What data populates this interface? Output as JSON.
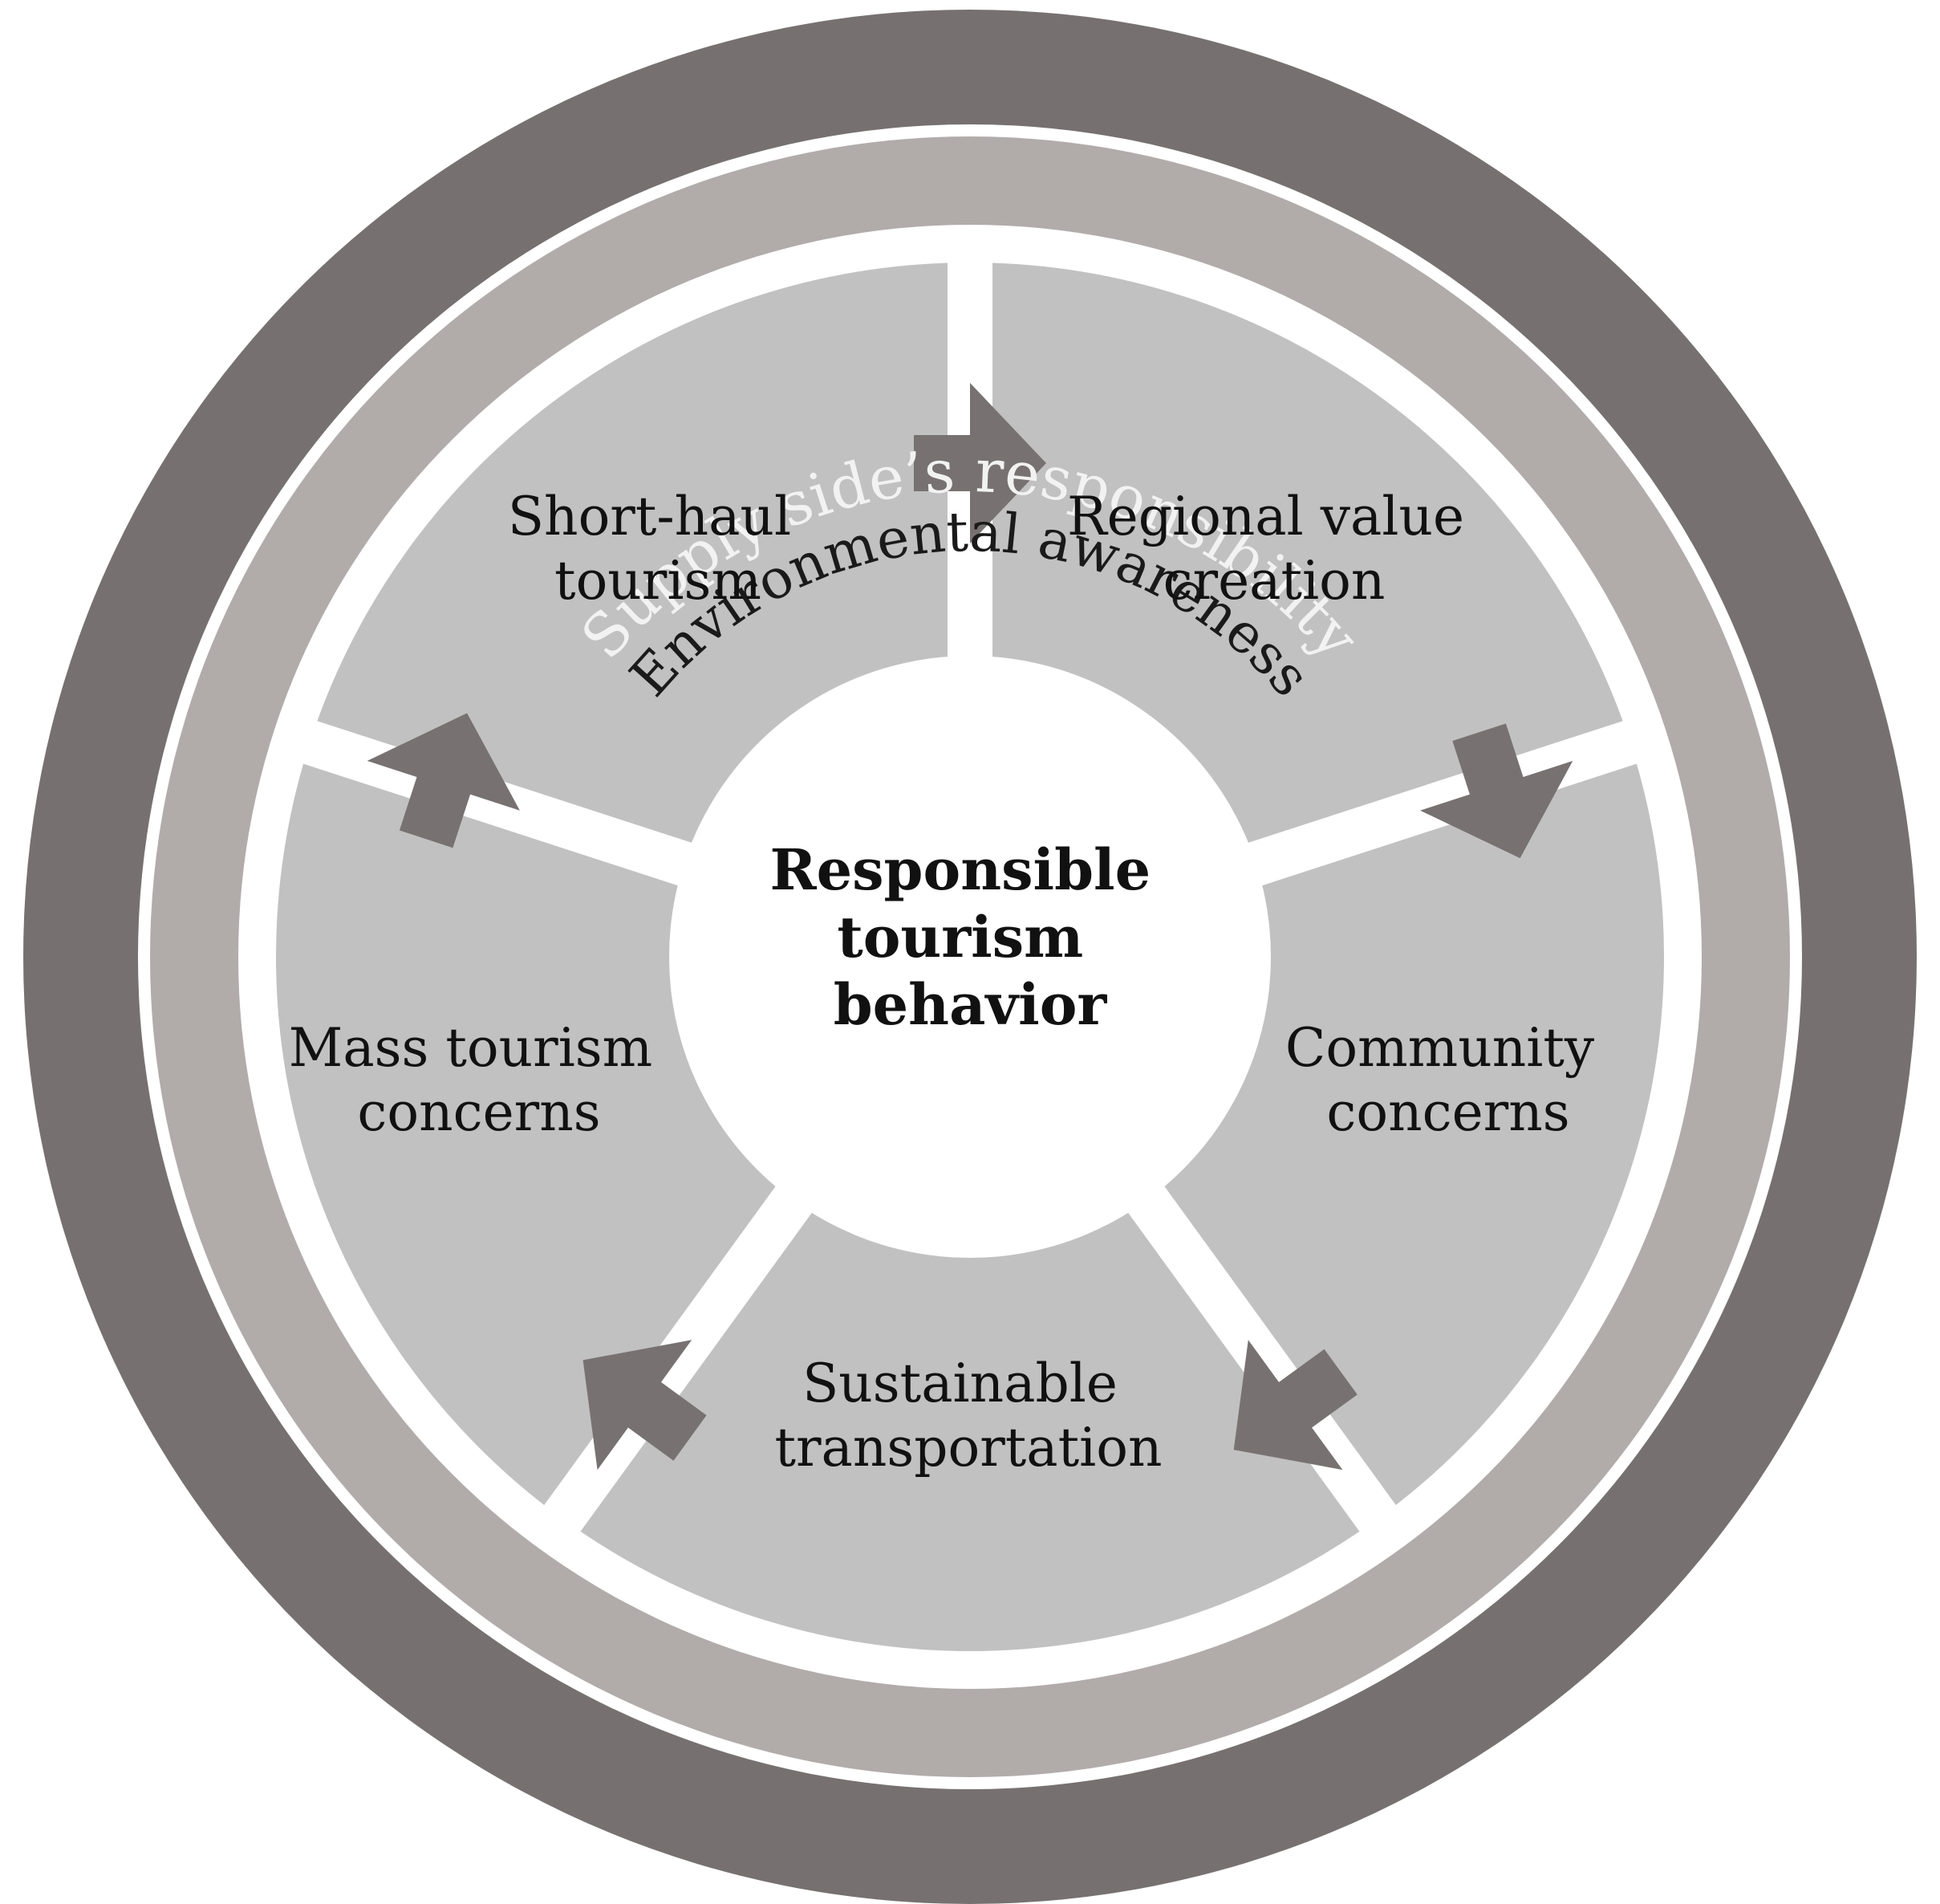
{
  "outer_ring": {
    "text": "Supply side’s responsibility"
  },
  "middle_ring": {
    "text": "Environmental awareness"
  },
  "center": {
    "lines": [
      "Responsible",
      "tourism",
      "behavior"
    ]
  },
  "segments": [
    {
      "id": "short-haul-tourism",
      "lines": [
        "Short-haul",
        "tourism"
      ]
    },
    {
      "id": "regional-value-creation",
      "lines": [
        "Regional value",
        "creation"
      ]
    },
    {
      "id": "community-concerns",
      "lines": [
        "Community",
        "concerns"
      ]
    },
    {
      "id": "sustainable-transportation",
      "lines": [
        "Sustainable",
        "transportation"
      ]
    },
    {
      "id": "mass-tourism-concerns",
      "lines": [
        "Mass tourism",
        "concerns"
      ]
    }
  ],
  "colors": {
    "outer_ring": "#767170",
    "middle_ring": "#b1acaa",
    "segment_fill": "#c1c1c1",
    "arrow": "#777271",
    "outer_text": "#f2f2f2",
    "middle_text": "#1a1a1a"
  }
}
